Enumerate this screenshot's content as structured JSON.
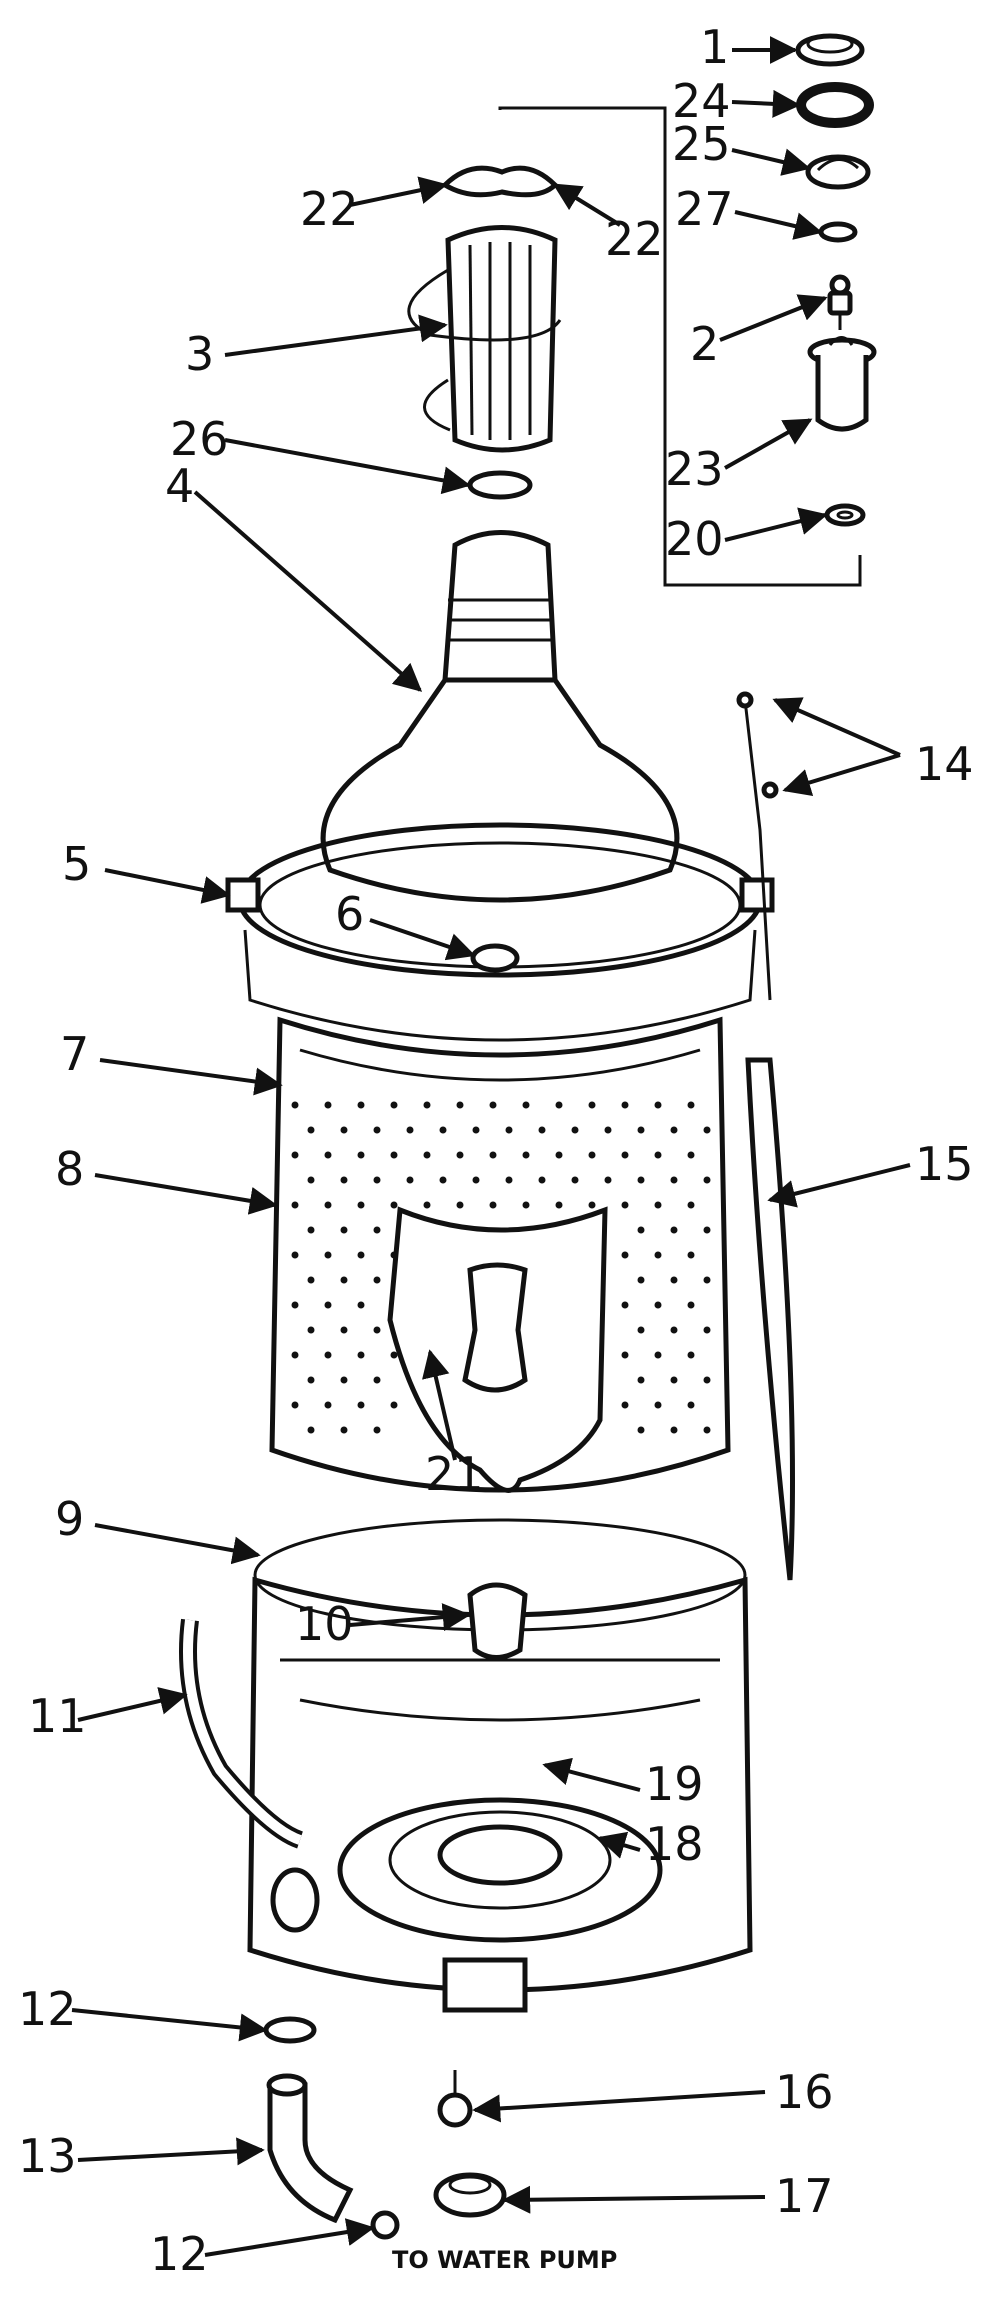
{
  "callouts": {
    "c1": "1",
    "c2": "2",
    "c3": "3",
    "c4": "4",
    "c5": "5",
    "c6": "6",
    "c7": "7",
    "c8": "8",
    "c9": "9",
    "c10": "10",
    "c11": "11",
    "c12a": "12",
    "c12b": "12",
    "c13": "13",
    "c14": "14",
    "c15": "15",
    "c16": "16",
    "c17": "17",
    "c18": "18",
    "c19": "19",
    "c20": "20",
    "c21": "21",
    "c22a": "22",
    "c22b": "22",
    "c23": "23",
    "c24": "24",
    "c25": "25",
    "c26": "26",
    "c27": "27"
  },
  "notes": {
    "to_water_pump": "TO WATER PUMP"
  }
}
